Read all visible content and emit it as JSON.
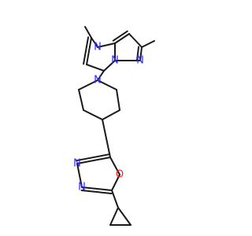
{
  "molecule": {
    "atoms": [
      {
        "id": "N4",
        "label": "N",
        "color": "#2b2bff"
      },
      {
        "id": "N1",
        "label": "N",
        "color": "#2b2bff"
      },
      {
        "id": "N2",
        "label": "N",
        "color": "#2b2bff"
      },
      {
        "id": "Npip",
        "label": "N",
        "color": "#2b2bff"
      },
      {
        "id": "Nox1",
        "label": "N",
        "color": "#2b2bff"
      },
      {
        "id": "Nox2",
        "label": "N",
        "color": "#2b2bff"
      },
      {
        "id": "Oox",
        "label": "O",
        "color": "#ff2020"
      }
    ],
    "bond_color": "#1a1a1a"
  }
}
